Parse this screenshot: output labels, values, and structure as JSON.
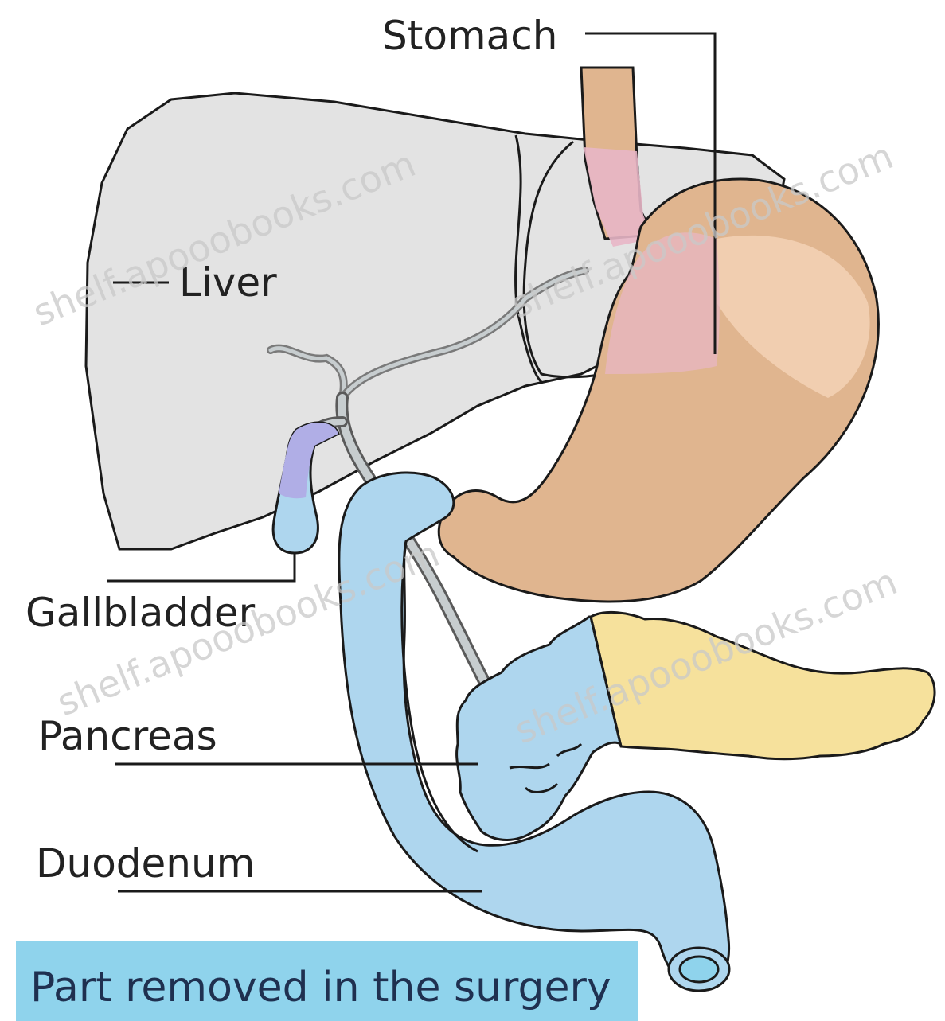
{
  "labels": {
    "stomach": "Stomach",
    "liver": "Liver",
    "gallbladder": "Gallbladder",
    "pancreas": "Pancreas",
    "duodenum": "Duodenum"
  },
  "legend": {
    "text": "Part removed in the surgery"
  },
  "watermark": "shelf.apooobooks.com",
  "colors": {
    "removed": "#aed6ee",
    "liver": "#e3e3e3",
    "stomach": "#e0b58f",
    "stomach_light": "#f3d2b6",
    "esophagus_pink": "#e8b6c6",
    "pancreas_tail": "#f6e19c",
    "bile_duct": "#c7cdcf",
    "gallbladder_top": "#b0aee6",
    "legend_box": "#8fd3ec"
  }
}
